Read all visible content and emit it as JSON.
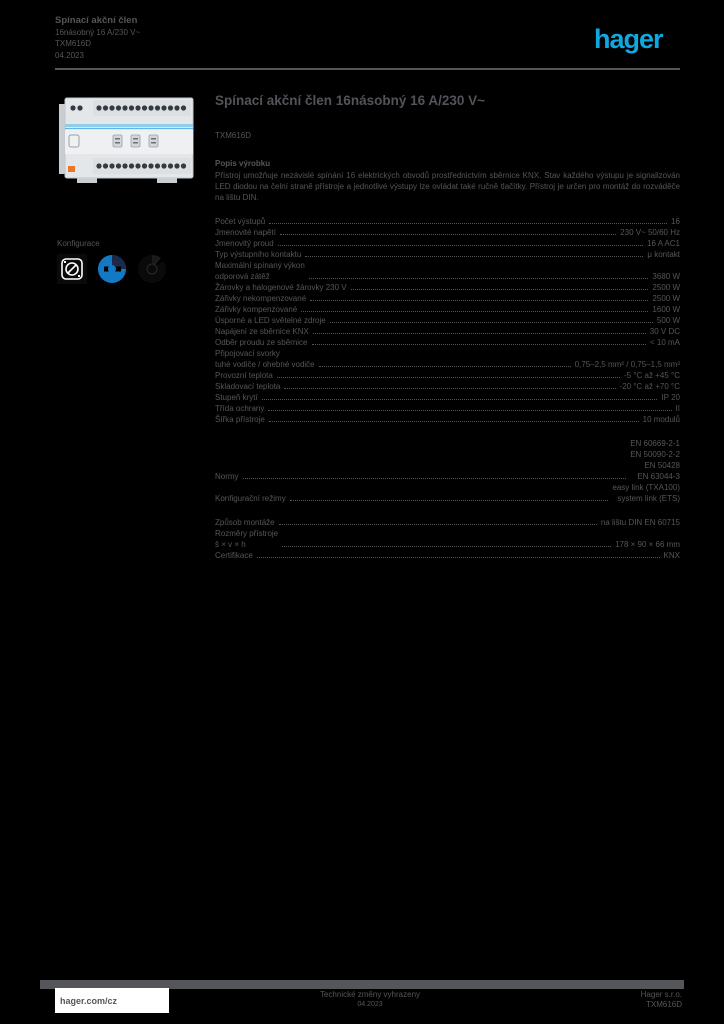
{
  "colors": {
    "background": "#000000",
    "text_gray": "#55565a",
    "brand_cyan": "#0da9e0",
    "device_stripe_blue": "#8fcdeb",
    "device_led_orange": "#e8762d",
    "footer_box_white": "#ffffff"
  },
  "header": {
    "product_lines": [
      "Spínací akční člen",
      "16násobný 16 A/230 V~",
      "TXM616D",
      "04.2023"
    ],
    "logo_text": "hager"
  },
  "left_column": {
    "product_image_alt": "KNX řadový přístroj na lištu DIN",
    "config_label": "Konfigurace",
    "config_icons": [
      {
        "name": "quicklink-config-icon",
        "label": "quicklink"
      },
      {
        "name": "easy-config-icon",
        "label": "easy link"
      },
      {
        "name": "ets-config-icon",
        "label": "system link ETS"
      }
    ]
  },
  "main": {
    "title": "Spínací akční člen 16násobný 16 A/230 V~",
    "subtitle": "TXM616D",
    "intro_heading": "Popis výrobku",
    "intro_lines": [
      "Přístroj umožňuje nezávislé spínání 16 elektrických obvodů prostřednictvím sběrnice KNX. Stav každého výstupu je signalizován LED diodou na čelní straně přístroje a jednotlivé výstupy lze ovládat také ručně tlačítky. Přístroj je určen pro montáž do rozváděče na lištu DIN."
    ],
    "spec_groups": [
      {
        "rows": [
          {
            "label": [
              "Počet výstupů"
            ],
            "value": [
              "16"
            ]
          },
          {
            "label": [
              "Jmenovité napětí"
            ],
            "value": [
              "230 V~ 50/60 Hz"
            ]
          },
          {
            "label": [
              "Jmenovitý proud"
            ],
            "value": [
              "16 A AC1"
            ]
          },
          {
            "label": [
              "Typ výstupního kontaktu"
            ],
            "value": [
              "μ kontakt"
            ]
          },
          {
            "label": [
              "Maximální spínaný výkon",
              "odporová zátěž"
            ],
            "value": [
              "3680 W"
            ]
          },
          {
            "label": [
              "Žárovky a halogenové žárovky 230 V"
            ],
            "value": [
              "2500 W"
            ]
          },
          {
            "label": [
              "Zářivky nekompenzované"
            ],
            "value": [
              "2500 W"
            ]
          },
          {
            "label": [
              "Zářivky kompenzované"
            ],
            "value": [
              "1600 W"
            ]
          },
          {
            "label": [
              "Úsporné a LED světelné zdroje"
            ],
            "value": [
              "500 W"
            ]
          },
          {
            "label": [
              "Napájení ze sběrnice KNX"
            ],
            "value": [
              "30 V DC"
            ]
          },
          {
            "label": [
              "Odběr proudu ze sběrnice"
            ],
            "value": [
              "< 10 mA"
            ]
          },
          {
            "label": [
              "Připojovací svorky",
              "tuhé vodiče / ohebné vodiče"
            ],
            "value": [
              "0,75–2,5 mm² / 0,75–1,5 mm²"
            ]
          },
          {
            "label": [
              "Provozní teplota"
            ],
            "value": [
              "-5 °C až +45 °C"
            ]
          },
          {
            "label": [
              "Skladovací teplota"
            ],
            "value": [
              "-20 °C až +70 °C"
            ]
          },
          {
            "label": [
              "Stupeň krytí"
            ],
            "value": [
              "IP 20"
            ]
          },
          {
            "label": [
              "Třída ochrany"
            ],
            "value": [
              "II"
            ]
          },
          {
            "label": [
              "Šířka přístroje"
            ],
            "value": [
              "10 modulů"
            ]
          }
        ]
      },
      {
        "rows": [
          {
            "label": [
              "Normy"
            ],
            "value": [
              "EN 60669-2-1",
              "EN 50090-2-2",
              "EN 50428",
              "EN 63044-3"
            ]
          },
          {
            "label": [
              "Konfigurační režimy"
            ],
            "value": [
              "easy link (TXA100)",
              "system link (ETS)"
            ]
          }
        ]
      },
      {
        "rows": [
          {
            "label": [
              "Způsob montáže"
            ],
            "value": [
              "na lištu DIN EN 60715"
            ]
          },
          {
            "label": [
              "Rozměry přístroje",
              "š × v × h"
            ],
            "value": [
              "178 × 90 × 66 mm"
            ]
          },
          {
            "label": [
              "Certifikace"
            ],
            "value": [
              "KNX"
            ]
          }
        ]
      }
    ]
  },
  "footer": {
    "website": "hager.com/cz",
    "center_line1": "Technické změny vyhrazeny",
    "center_line2": "04.2023",
    "right_line1": "Hager s.r.o.",
    "right_line2": "TXM616D"
  }
}
